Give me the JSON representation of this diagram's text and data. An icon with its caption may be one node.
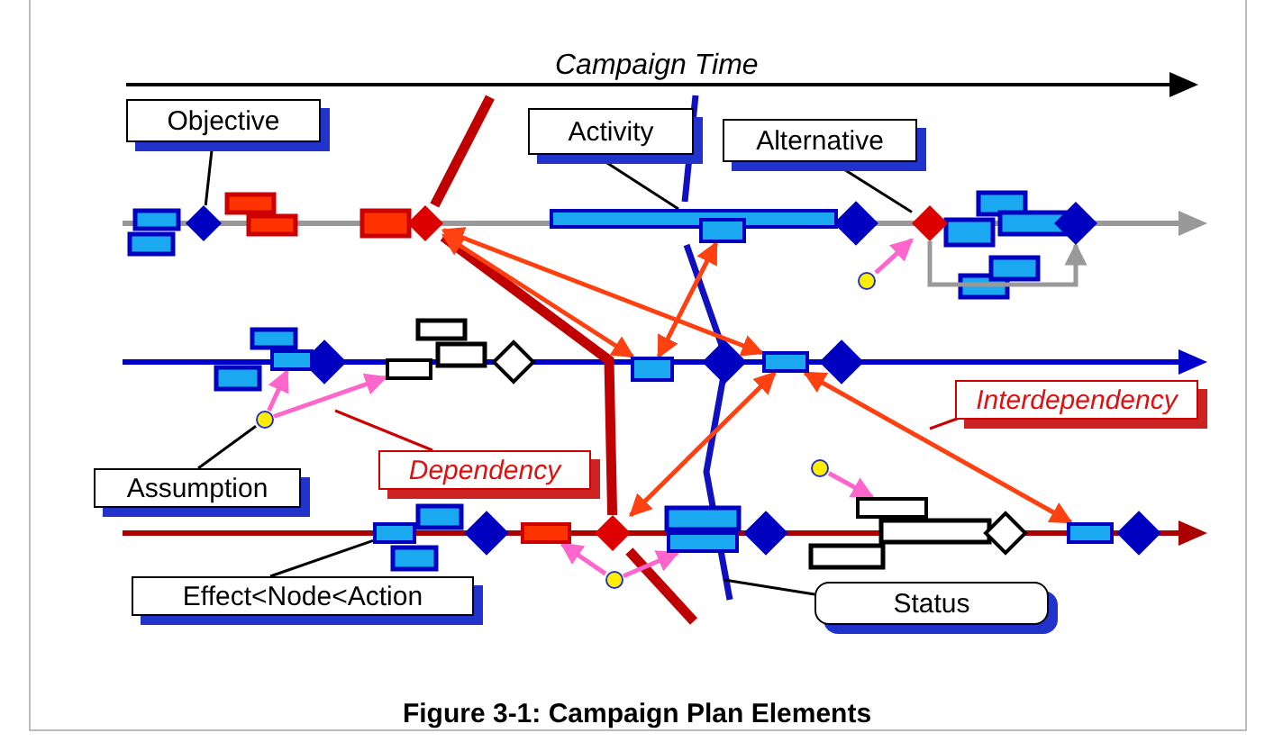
{
  "diagram": {
    "caption": "Figure 3-1: Campaign Plan Elements",
    "nodes": [
      {
        "text": [
          "Objective"
        ]
      },
      {
        "text": [
          "Activity"
        ]
      },
      {
        "text": [
          "Alternative"
        ]
      },
      {
        "text": [
          "Assumption"
        ]
      },
      {
        "text": [
          "Dependency"
        ]
      },
      {
        "text": [
          "Interdependency"
        ]
      },
      {
        "text": [
          "Effect<Node<Action"
        ]
      },
      {
        "text": [
          "Status"
        ]
      },
      {
        "text": [],
        "shape": "diamond"
      },
      {
        "text": [],
        "shape": "bar"
      },
      {
        "text": [],
        "shape": "diamond"
      },
      {
        "text": [],
        "shape": "box"
      },
      {
        "text": [],
        "shape": "diamond"
      },
      {
        "text": [],
        "shape": "circle"
      },
      {
        "text": [],
        "shape": "box"
      },
      {
        "text": [],
        "shape": "box"
      },
      {
        "text": [],
        "shape": "circle"
      },
      {
        "text": [],
        "shape": "box"
      },
      {
        "text": [],
        "shape": "box"
      },
      {
        "text": [],
        "shape": "box"
      },
      {
        "text": [],
        "shape": "box"
      },
      {
        "text": [],
        "shape": "diamond"
      },
      {
        "text": [],
        "shape": "box"
      },
      {
        "text": [],
        "shape": "circle"
      },
      {
        "text": [],
        "shape": "circle"
      },
      {
        "text": [],
        "shape": "box"
      },
      {
        "text": [],
        "shape": "box"
      },
      {
        "text": [],
        "shape": "diamond"
      }
    ],
    "edges": [
      {
        "from": 0,
        "to": 8,
        "arrow": "none"
      },
      {
        "from": 1,
        "to": 9,
        "arrow": "none"
      },
      {
        "from": 2,
        "to": 12,
        "arrow": "none"
      },
      {
        "from": 3,
        "to": 16,
        "arrow": "none"
      },
      {
        "from": 4,
        "to": null,
        "arrow": "none",
        "color": "#cc0000"
      },
      {
        "from": 5,
        "to": null,
        "arrow": "none",
        "color": "#cc0000"
      },
      {
        "from": 6,
        "to": 19,
        "arrow": "none"
      },
      {
        "from": 7,
        "to": null,
        "arrow": "none"
      },
      {
        "from": 13,
        "to": 12,
        "arrow": "to",
        "color": "#ff66cc"
      },
      {
        "from": 16,
        "to": 14,
        "arrow": "to",
        "color": "#ff66cc"
      },
      {
        "from": 16,
        "to": 15,
        "arrow": "to",
        "color": "#ff66cc"
      },
      {
        "from": 10,
        "to": 17,
        "arrow": "both",
        "color": "#ff4010"
      },
      {
        "from": 10,
        "to": 18,
        "arrow": "both",
        "color": "#ff4010"
      },
      {
        "from": 11,
        "to": 17,
        "arrow": "both",
        "color": "#ff4010"
      },
      {
        "from": 21,
        "to": 18,
        "arrow": "both",
        "color": "#ff4010"
      },
      {
        "from": 18,
        "to": 26,
        "arrow": "both",
        "color": "#ff4010"
      },
      {
        "from": 23,
        "to": 20,
        "arrow": "to",
        "color": "#ff66cc"
      },
      {
        "from": 23,
        "to": 22,
        "arrow": "to",
        "color": "#ff66cc"
      },
      {
        "from": 24,
        "to": 25,
        "arrow": "to",
        "color": "#ff66cc"
      },
      {
        "from": null,
        "to": 10,
        "arrow": "none",
        "style": "thick",
        "color": "#c00000"
      },
      {
        "from": 10,
        "to": 21,
        "arrow": "none",
        "style": "thick",
        "color": "#c00000"
      },
      {
        "from": 21,
        "to": null,
        "arrow": "none",
        "style": "thick",
        "color": "#c00000"
      },
      {
        "from": 12,
        "to": 27,
        "arrow": "to",
        "color": "#999999"
      }
    ],
    "labels": [
      "Campaign Time"
    ]
  }
}
